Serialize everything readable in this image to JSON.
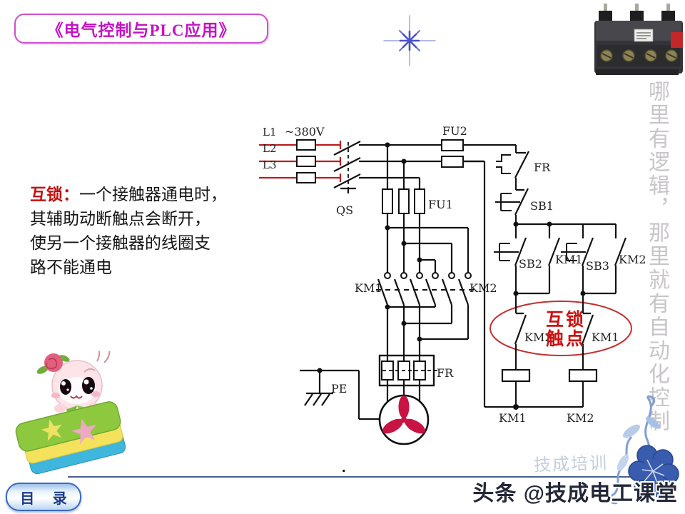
{
  "slide": {
    "title": "《电气控制与PLC应用》",
    "side_text": "哪里有逻辑，那里就有自动化控制",
    "toc_button": "目  录",
    "footer_credit": "头条 @技成电工课堂",
    "watermark": "技成培训",
    "period": "."
  },
  "note": {
    "keyword": "互锁：",
    "lines": [
      "一个接触器通电时，",
      "其辅助动断触点会断开，",
      "使另一个接触器的线圈支",
      "路不能通电"
    ]
  },
  "diagram": {
    "labels": {
      "l1": "L1",
      "l2": "L2",
      "l3": "L3",
      "voltage": "~380V",
      "qs": "QS",
      "fu1": "FU1",
      "fu2": "FU2",
      "fr_main": "FR",
      "fr_ctrl": "FR",
      "sb1": "SB1",
      "sb2": "SB2",
      "sb3": "SB3",
      "km1_main": "KM1",
      "km2_main": "KM2",
      "km1_aux": "KM1",
      "km2_aux": "KM2",
      "km2_interlock": "KM2",
      "km1_interlock": "KM1",
      "km1_coil": "KM1",
      "km2_coil": "KM2",
      "pe": "PE"
    },
    "annotation": {
      "line1": "互锁",
      "line2": "触点"
    }
  },
  "colors": {
    "title_magenta": "#c313c3",
    "annotation_red": "#cc1111",
    "phase_red": "#bb1c1c",
    "footer_line_blue": "#46628e",
    "motor_fan_red": "#c81343",
    "side_text_gray": "#c8c5c8"
  }
}
